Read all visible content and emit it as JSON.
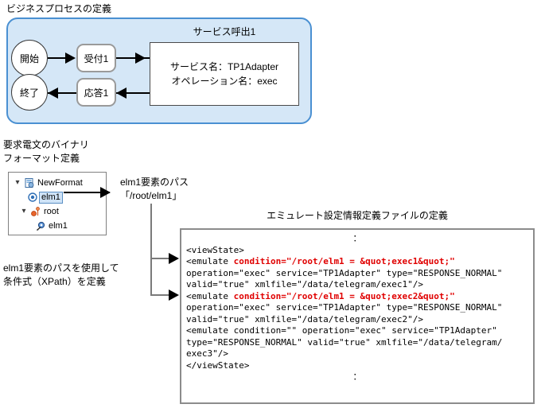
{
  "business_process": {
    "caption": "ビジネスプロセスの定義",
    "nodes": {
      "start": "開始",
      "receive": "受付1",
      "reply": "応答1",
      "end": "終了"
    },
    "service_call": {
      "title": "サービス呼出1",
      "service_name_line": "サービス名：TP1Adapter",
      "operation_name_line": "オペレーション名：exec"
    }
  },
  "binary_format": {
    "caption_line1": "要求電文のバイナリ",
    "caption_line2": "フォーマット定義",
    "tree": [
      {
        "label": "NewFormat",
        "icon": "format-document-icon",
        "twisty": "▾",
        "indent": 0,
        "selected": false
      },
      {
        "label": "elm1",
        "icon": "blue-dot-element-icon",
        "twisty": "",
        "indent": 1,
        "selected": true
      },
      {
        "label": "root",
        "icon": "orange-root-node-icon",
        "twisty": "▾",
        "indent": 0,
        "selected": false
      },
      {
        "label": "elm1",
        "icon": "blue-child-element-icon",
        "twisty": "",
        "indent": 1,
        "selected": false
      }
    ]
  },
  "annotations": {
    "path_label_line1": "elm1要素のパス",
    "path_label_line2": "「/root/elm1」",
    "xpath_label_line1": "elm1要素のパスを使用して",
    "xpath_label_line2": "条件式（XPath）を定義"
  },
  "emulate_file": {
    "title": "エミュレート設定情報定義ファイルの定義",
    "lines": [
      {
        "text": "：",
        "center": true,
        "marker": false
      },
      {
        "text": "<viewState>",
        "center": false,
        "marker": false
      },
      {
        "pre": "<emulate ",
        "hl": "condition=\"/root/elm1 = &quot;exec1&quot;\"",
        "post": "",
        "center": false,
        "marker": true
      },
      {
        "text": "operation=\"exec\" service=\"TP1Adapter\" type=\"RESPONSE_NORMAL\"",
        "center": false,
        "marker": false
      },
      {
        "text": "valid=\"true\" xmlfile=\"/data/telegram/exec1\"/>",
        "center": false,
        "marker": false
      },
      {
        "pre": "<emulate ",
        "hl": "condition=\"/root/elm1 = &quot;exec2&quot;\"",
        "post": "",
        "center": false,
        "marker": true
      },
      {
        "text": "operation=\"exec\" service=\"TP1Adapter\" type=\"RESPONSE_NORMAL\"",
        "center": false,
        "marker": false
      },
      {
        "text": "valid=\"true\" xmlfile=\"/data/telegram/exec2\"/>",
        "center": false,
        "marker": false
      },
      {
        "text": "<emulate condition=\"\" operation=\"exec\" service=\"TP1Adapter\"",
        "center": false,
        "marker": false
      },
      {
        "text": "type=\"RESPONSE_NORMAL\" valid=\"true\" xmlfile=\"/data/telegram/",
        "center": false,
        "marker": false
      },
      {
        "text": "exec3\"/>",
        "center": false,
        "marker": false
      },
      {
        "text": "</viewState>",
        "center": false,
        "marker": false
      },
      {
        "text": "：",
        "center": true,
        "marker": false
      }
    ]
  },
  "colors": {
    "panel_fill": "#d5e7f7",
    "panel_border": "#4a90d2",
    "highlight_text": "#e00000",
    "selection_fill": "#cfe3f7",
    "box_border": "#8c8c8c"
  }
}
